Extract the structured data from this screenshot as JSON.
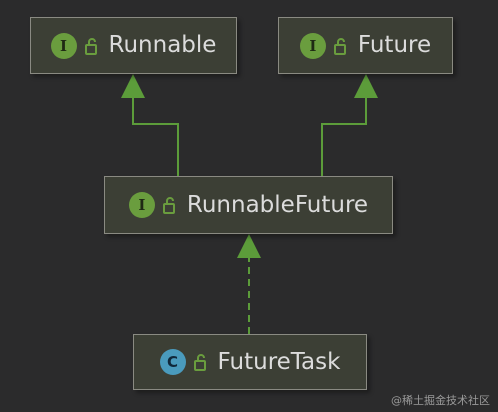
{
  "colors": {
    "background": "#2b2b2c",
    "node_fill": "#3c3f35",
    "node_border": "#8a8a82",
    "edge": "#5c9c3a",
    "interface_badge": "#6a9d3e",
    "class_badge": "#4a9bbd",
    "text": "#dcdcdc"
  },
  "nodes": {
    "runnable": {
      "badge": "I",
      "kind": "interface",
      "label": "Runnable"
    },
    "future": {
      "badge": "I",
      "kind": "interface",
      "label": "Future"
    },
    "runnable_future": {
      "badge": "I",
      "kind": "interface",
      "label": "RunnableFuture"
    },
    "future_task": {
      "badge": "C",
      "kind": "class",
      "label": "FutureTask"
    }
  },
  "edges": [
    {
      "from": "runnable_future",
      "to": "runnable",
      "style": "solid",
      "relation": "extends"
    },
    {
      "from": "runnable_future",
      "to": "future",
      "style": "solid",
      "relation": "extends"
    },
    {
      "from": "future_task",
      "to": "runnable_future",
      "style": "dashed",
      "relation": "implements"
    }
  ],
  "watermark": "@稀土掘金技术社区"
}
